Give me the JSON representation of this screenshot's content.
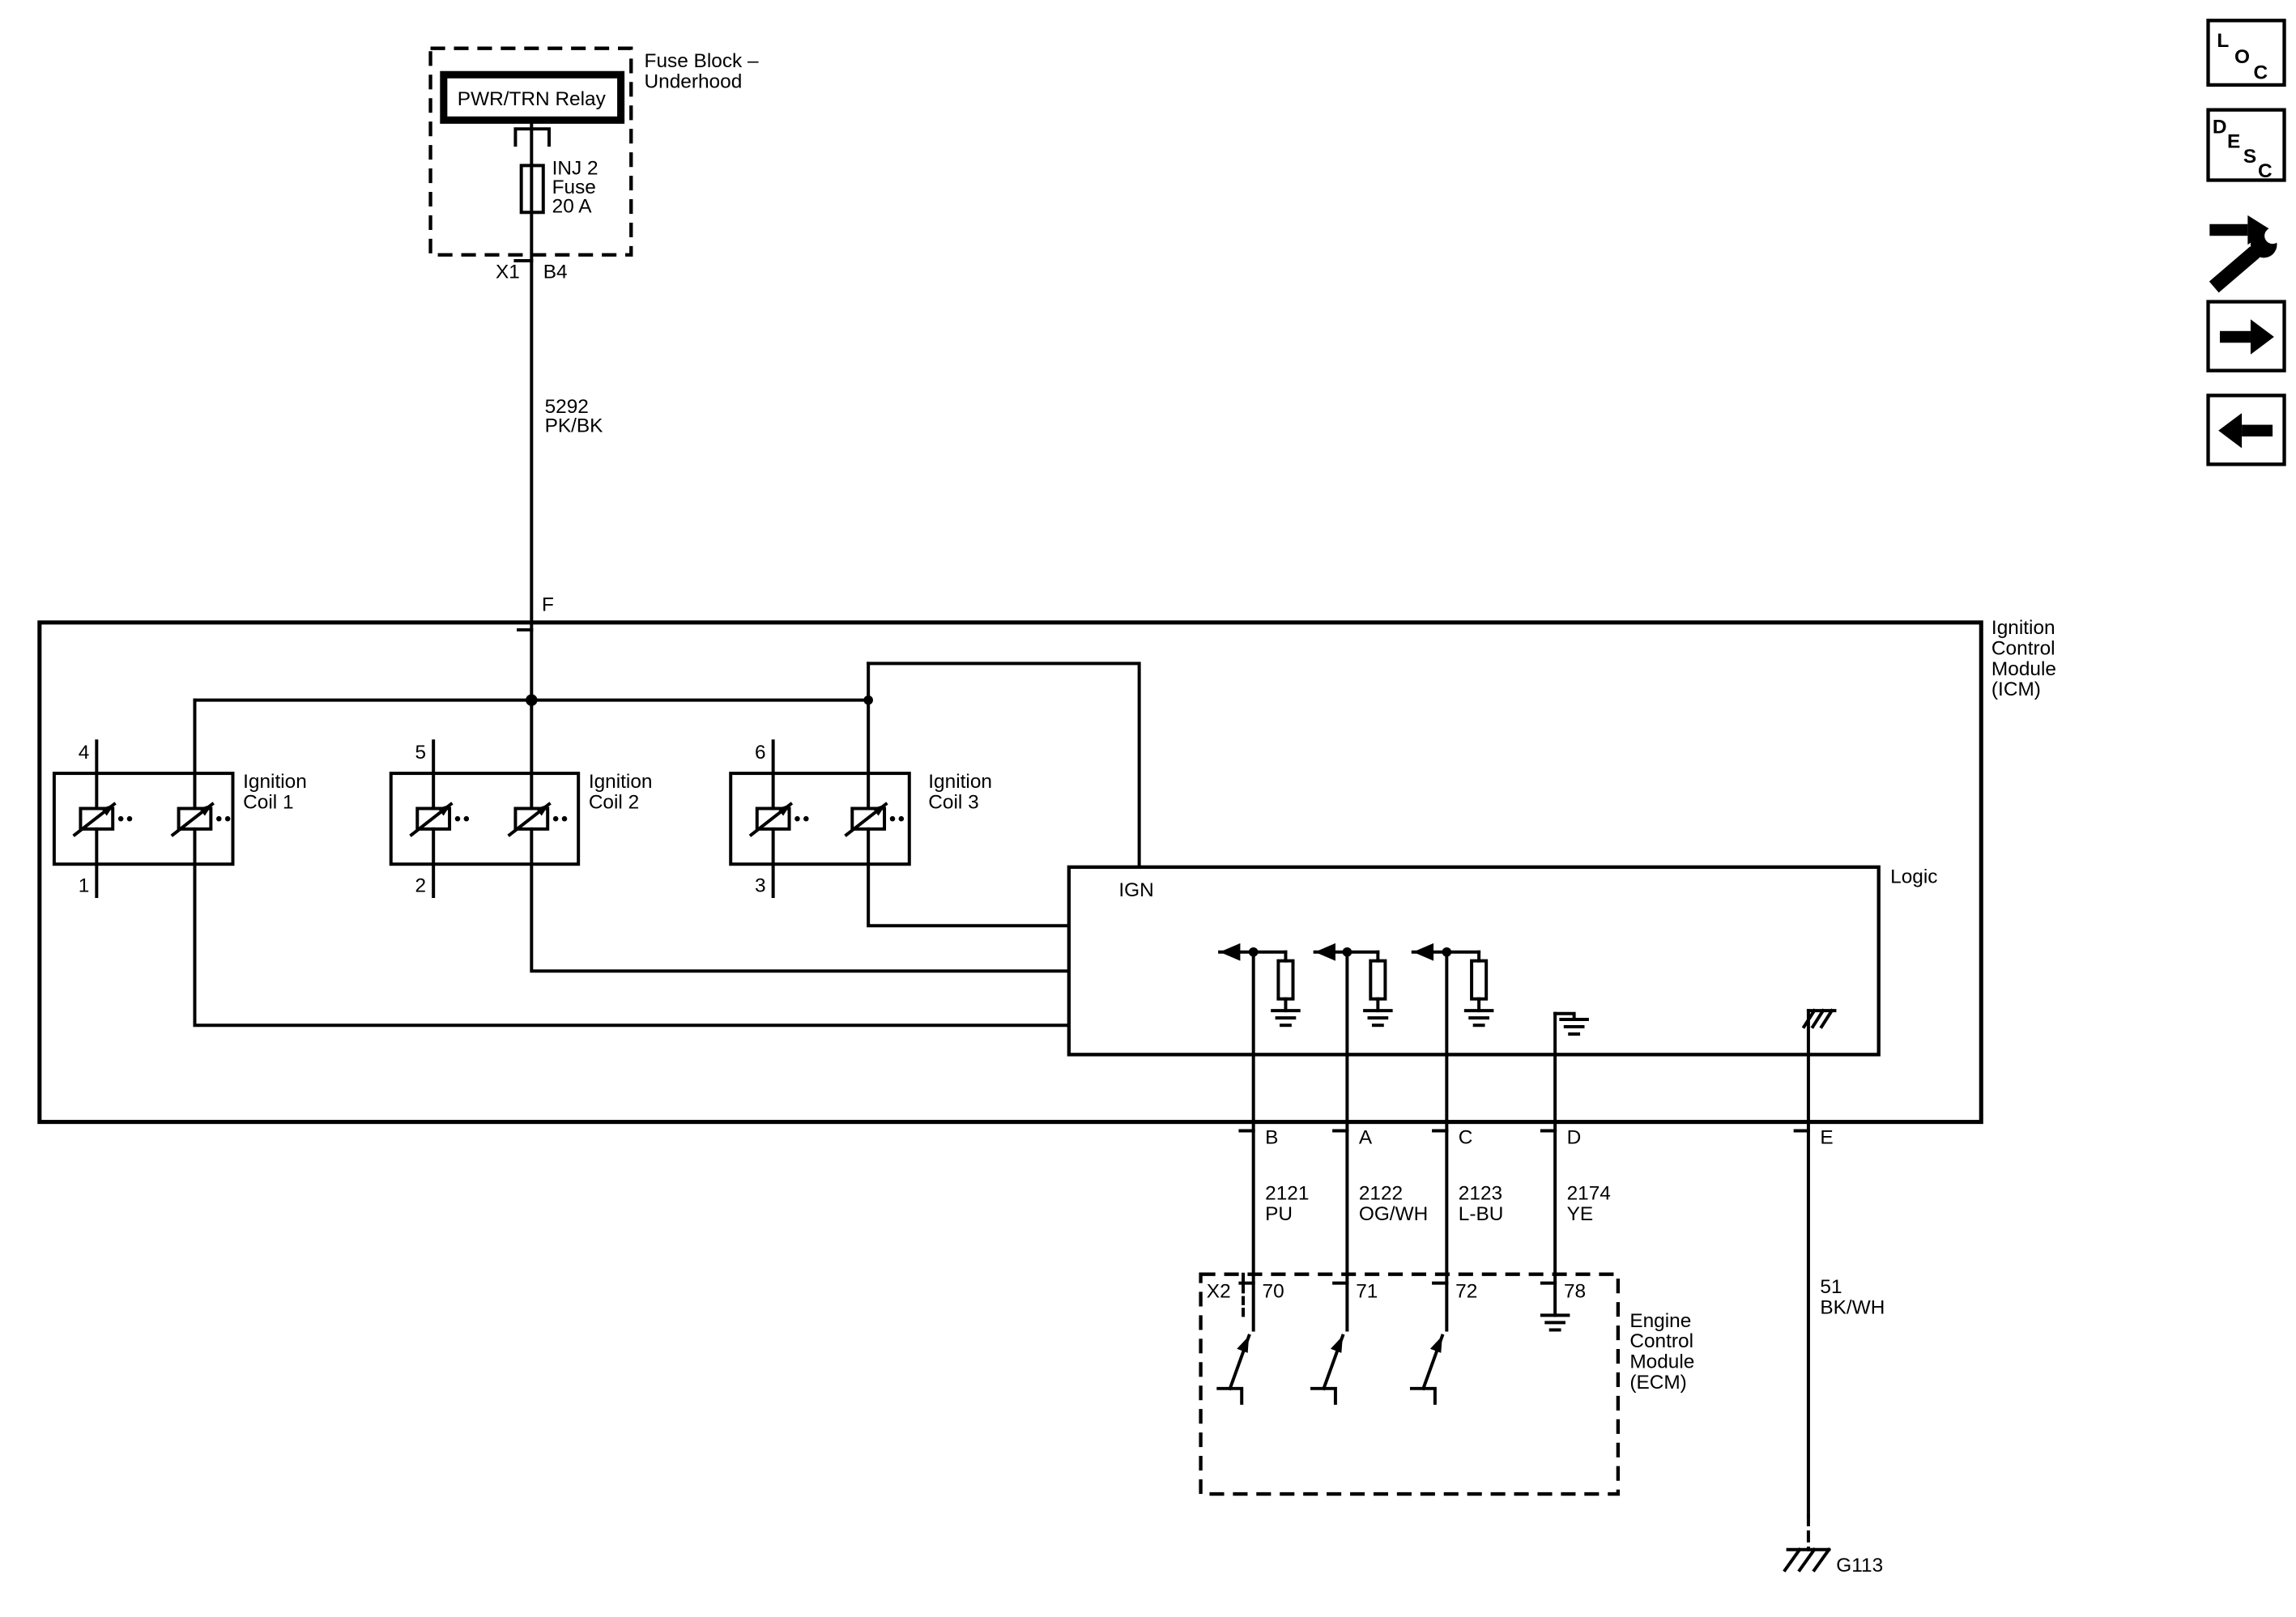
{
  "fuse_block": {
    "title1": "Fuse Block –",
    "title2": "Underhood",
    "relay": "PWR/TRN Relay",
    "fuse_line1": "INJ 2",
    "fuse_line2": "Fuse",
    "fuse_line3": "20 A",
    "connector": "X1",
    "pin": "B4"
  },
  "feed_wire": {
    "circuit": "5292",
    "color": "PK/BK",
    "icm_pin": "F"
  },
  "icm": {
    "label1": "Ignition",
    "label2": "Control",
    "label3": "Module",
    "label4": "(ICM)",
    "logic_label": "Logic",
    "ign_label": "IGN",
    "coils": [
      {
        "label1": "Ignition",
        "label2": "Coil 1",
        "pin_top": "4",
        "pin_bottom": "1"
      },
      {
        "label1": "Ignition",
        "label2": "Coil 2",
        "pin_top": "5",
        "pin_bottom": "2"
      },
      {
        "label1": "Ignition",
        "label2": "Coil 3",
        "pin_top": "6",
        "pin_bottom": "3"
      }
    ],
    "pins": {
      "b": "B",
      "a": "A",
      "c": "C",
      "d": "D",
      "e": "E"
    }
  },
  "signal_wires": {
    "b": {
      "circuit": "2121",
      "color": "PU"
    },
    "a": {
      "circuit": "2122",
      "color": "OG/WH"
    },
    "c": {
      "circuit": "2123",
      "color": "L-BU"
    },
    "d": {
      "circuit": "2174",
      "color": "YE"
    },
    "e": {
      "circuit": "51",
      "color": "BK/WH"
    }
  },
  "ecm": {
    "connector": "X2",
    "pins": [
      "70",
      "71",
      "72",
      "78"
    ],
    "label1": "Engine",
    "label2": "Control",
    "label3": "Module",
    "label4": "(ECM)"
  },
  "ground": {
    "label": "G113"
  },
  "toolbar": {
    "loc": [
      "L",
      "O",
      "C"
    ],
    "desc": [
      "D",
      "E",
      "S",
      "C"
    ]
  },
  "colors": {
    "line": "#000000",
    "background": "#ffffff"
  }
}
